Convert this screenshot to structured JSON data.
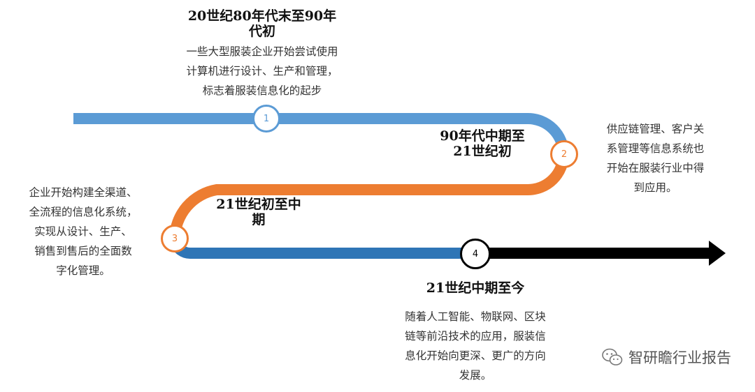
{
  "stages": [
    {
      "number": "1",
      "title": "20世纪80年代末至90年\n代初",
      "description": "一些大型服装企业开始尝试使用\n计算机进行设计、生产和管理，\n标志着服装信息化的起步",
      "color": "#5b9bd5"
    },
    {
      "number": "2",
      "title": "90年代中期至\n21世纪初",
      "description": "供应链管理、客户关\n系管理等信息系统也\n开始在服装行业中得\n到应用。",
      "color": "#ed7d31"
    },
    {
      "number": "3",
      "title": "21世纪初至中\n期",
      "description": "企业开始构建全渠道、\n全流程的信息化系统，\n实现从设计、生产、\n销售到售后的全面数\n字化管理。",
      "color": "#ed7d31"
    },
    {
      "number": "4",
      "title": "21世纪中期至今",
      "description": "随着人工智能、物联网、区块\n链等前沿技术的应用，服装信\n息化开始向更深、更广的方向\n发展。",
      "color": "#000000"
    }
  ],
  "colors": {
    "band_blue_light": "#5b9bd5",
    "band_orange": "#ed7d31",
    "band_blue_dark": "#2e75b6",
    "arrow": "#000000"
  },
  "watermark": {
    "icon": "wechat-icon",
    "text": "智研瞻行业报告"
  }
}
